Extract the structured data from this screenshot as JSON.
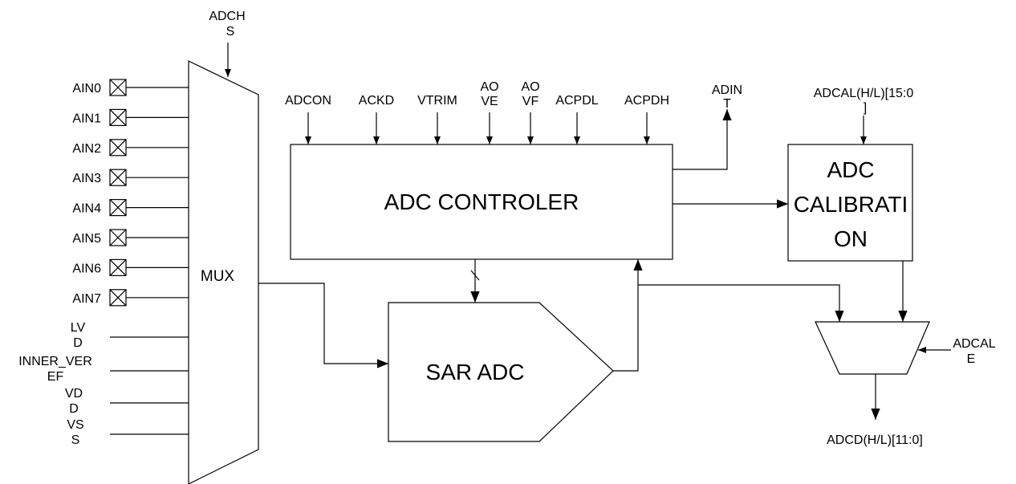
{
  "mux": {
    "label": "MUX",
    "select_label": [
      "ADCH",
      "S"
    ]
  },
  "analog_inputs": [
    "AIN0",
    "AIN1",
    "AIN2",
    "AIN3",
    "AIN4",
    "AIN5",
    "AIN6",
    "AIN7"
  ],
  "extra_inputs": [
    [
      "LV",
      "D"
    ],
    [
      "INNER_VER",
      "EF"
    ],
    [
      "VD",
      "D"
    ],
    [
      "VS",
      "S"
    ]
  ],
  "controller": {
    "title": "ADC CONTROLER",
    "signals": [
      [
        "ADCON"
      ],
      [
        "ACKD"
      ],
      [
        "VTRIM"
      ],
      [
        "AO",
        "VE"
      ],
      [
        "AO",
        "VF"
      ],
      [
        "ACPDL"
      ],
      [
        "ACPDH"
      ]
    ],
    "output_label": [
      "ADIN",
      "T"
    ]
  },
  "sar_adc": {
    "title": "SAR ADC"
  },
  "calibration": {
    "title": [
      "ADC",
      "CALIBRATI",
      "ON"
    ],
    "input_label": [
      "ADCAL(H/L)[15:0",
      "]"
    ]
  },
  "output_mux": {
    "select_label": [
      "ADCAL",
      "E"
    ],
    "output_label": "ADCD(H/L)[11:0]"
  }
}
